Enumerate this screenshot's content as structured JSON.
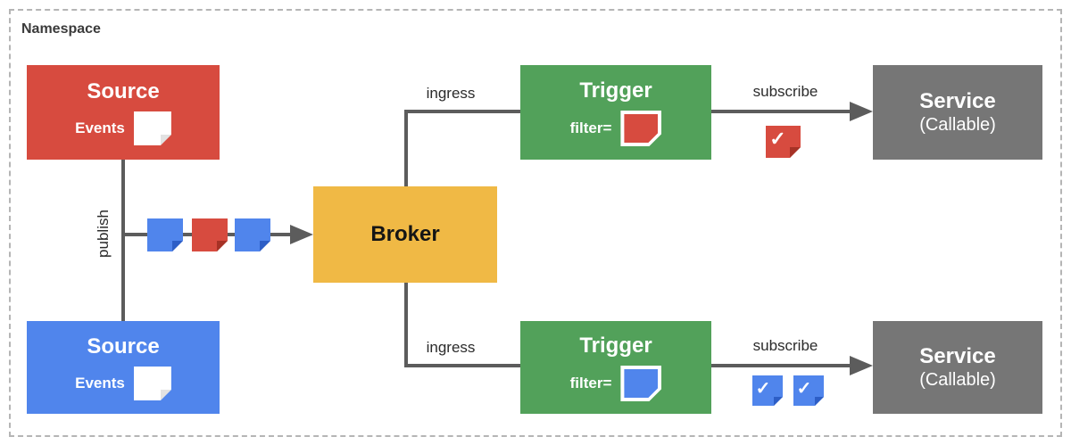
{
  "namespace": {
    "label": "Namespace"
  },
  "colors": {
    "red": "#d74b3f",
    "blue": "#5085ec",
    "green": "#52a15a",
    "yellow": "#f0b945",
    "gray": "#767676",
    "line": "#5c5c5c",
    "dashed_border": "#b5b5b5"
  },
  "sources": [
    {
      "title": "Source",
      "events_label": "Events",
      "color": "#d74b3f"
    },
    {
      "title": "Source",
      "events_label": "Events",
      "color": "#5085ec"
    }
  ],
  "publish": {
    "label": "publish"
  },
  "event_flow": {
    "icons": [
      "blue-event-icon",
      "red-event-icon",
      "blue-event-icon"
    ]
  },
  "broker": {
    "title": "Broker",
    "color": "#f0b945"
  },
  "triggers": [
    {
      "title": "Trigger",
      "filter_label": "filter=",
      "filter_icon": "red-event-icon",
      "ingress_label": "ingress",
      "subscribe_label": "subscribe"
    },
    {
      "title": "Trigger",
      "filter_label": "filter=",
      "filter_icon": "blue-event-icon",
      "ingress_label": "ingress",
      "subscribe_label": "subscribe"
    }
  ],
  "services": [
    {
      "title": "Service",
      "subtitle": "(Callable)"
    },
    {
      "title": "Service",
      "subtitle": "(Callable)"
    }
  ],
  "delivered_events": {
    "top": [
      "red-check-icon"
    ],
    "bottom": [
      "blue-check-icon",
      "blue-check-icon"
    ]
  },
  "checkmark_glyph": "✓"
}
